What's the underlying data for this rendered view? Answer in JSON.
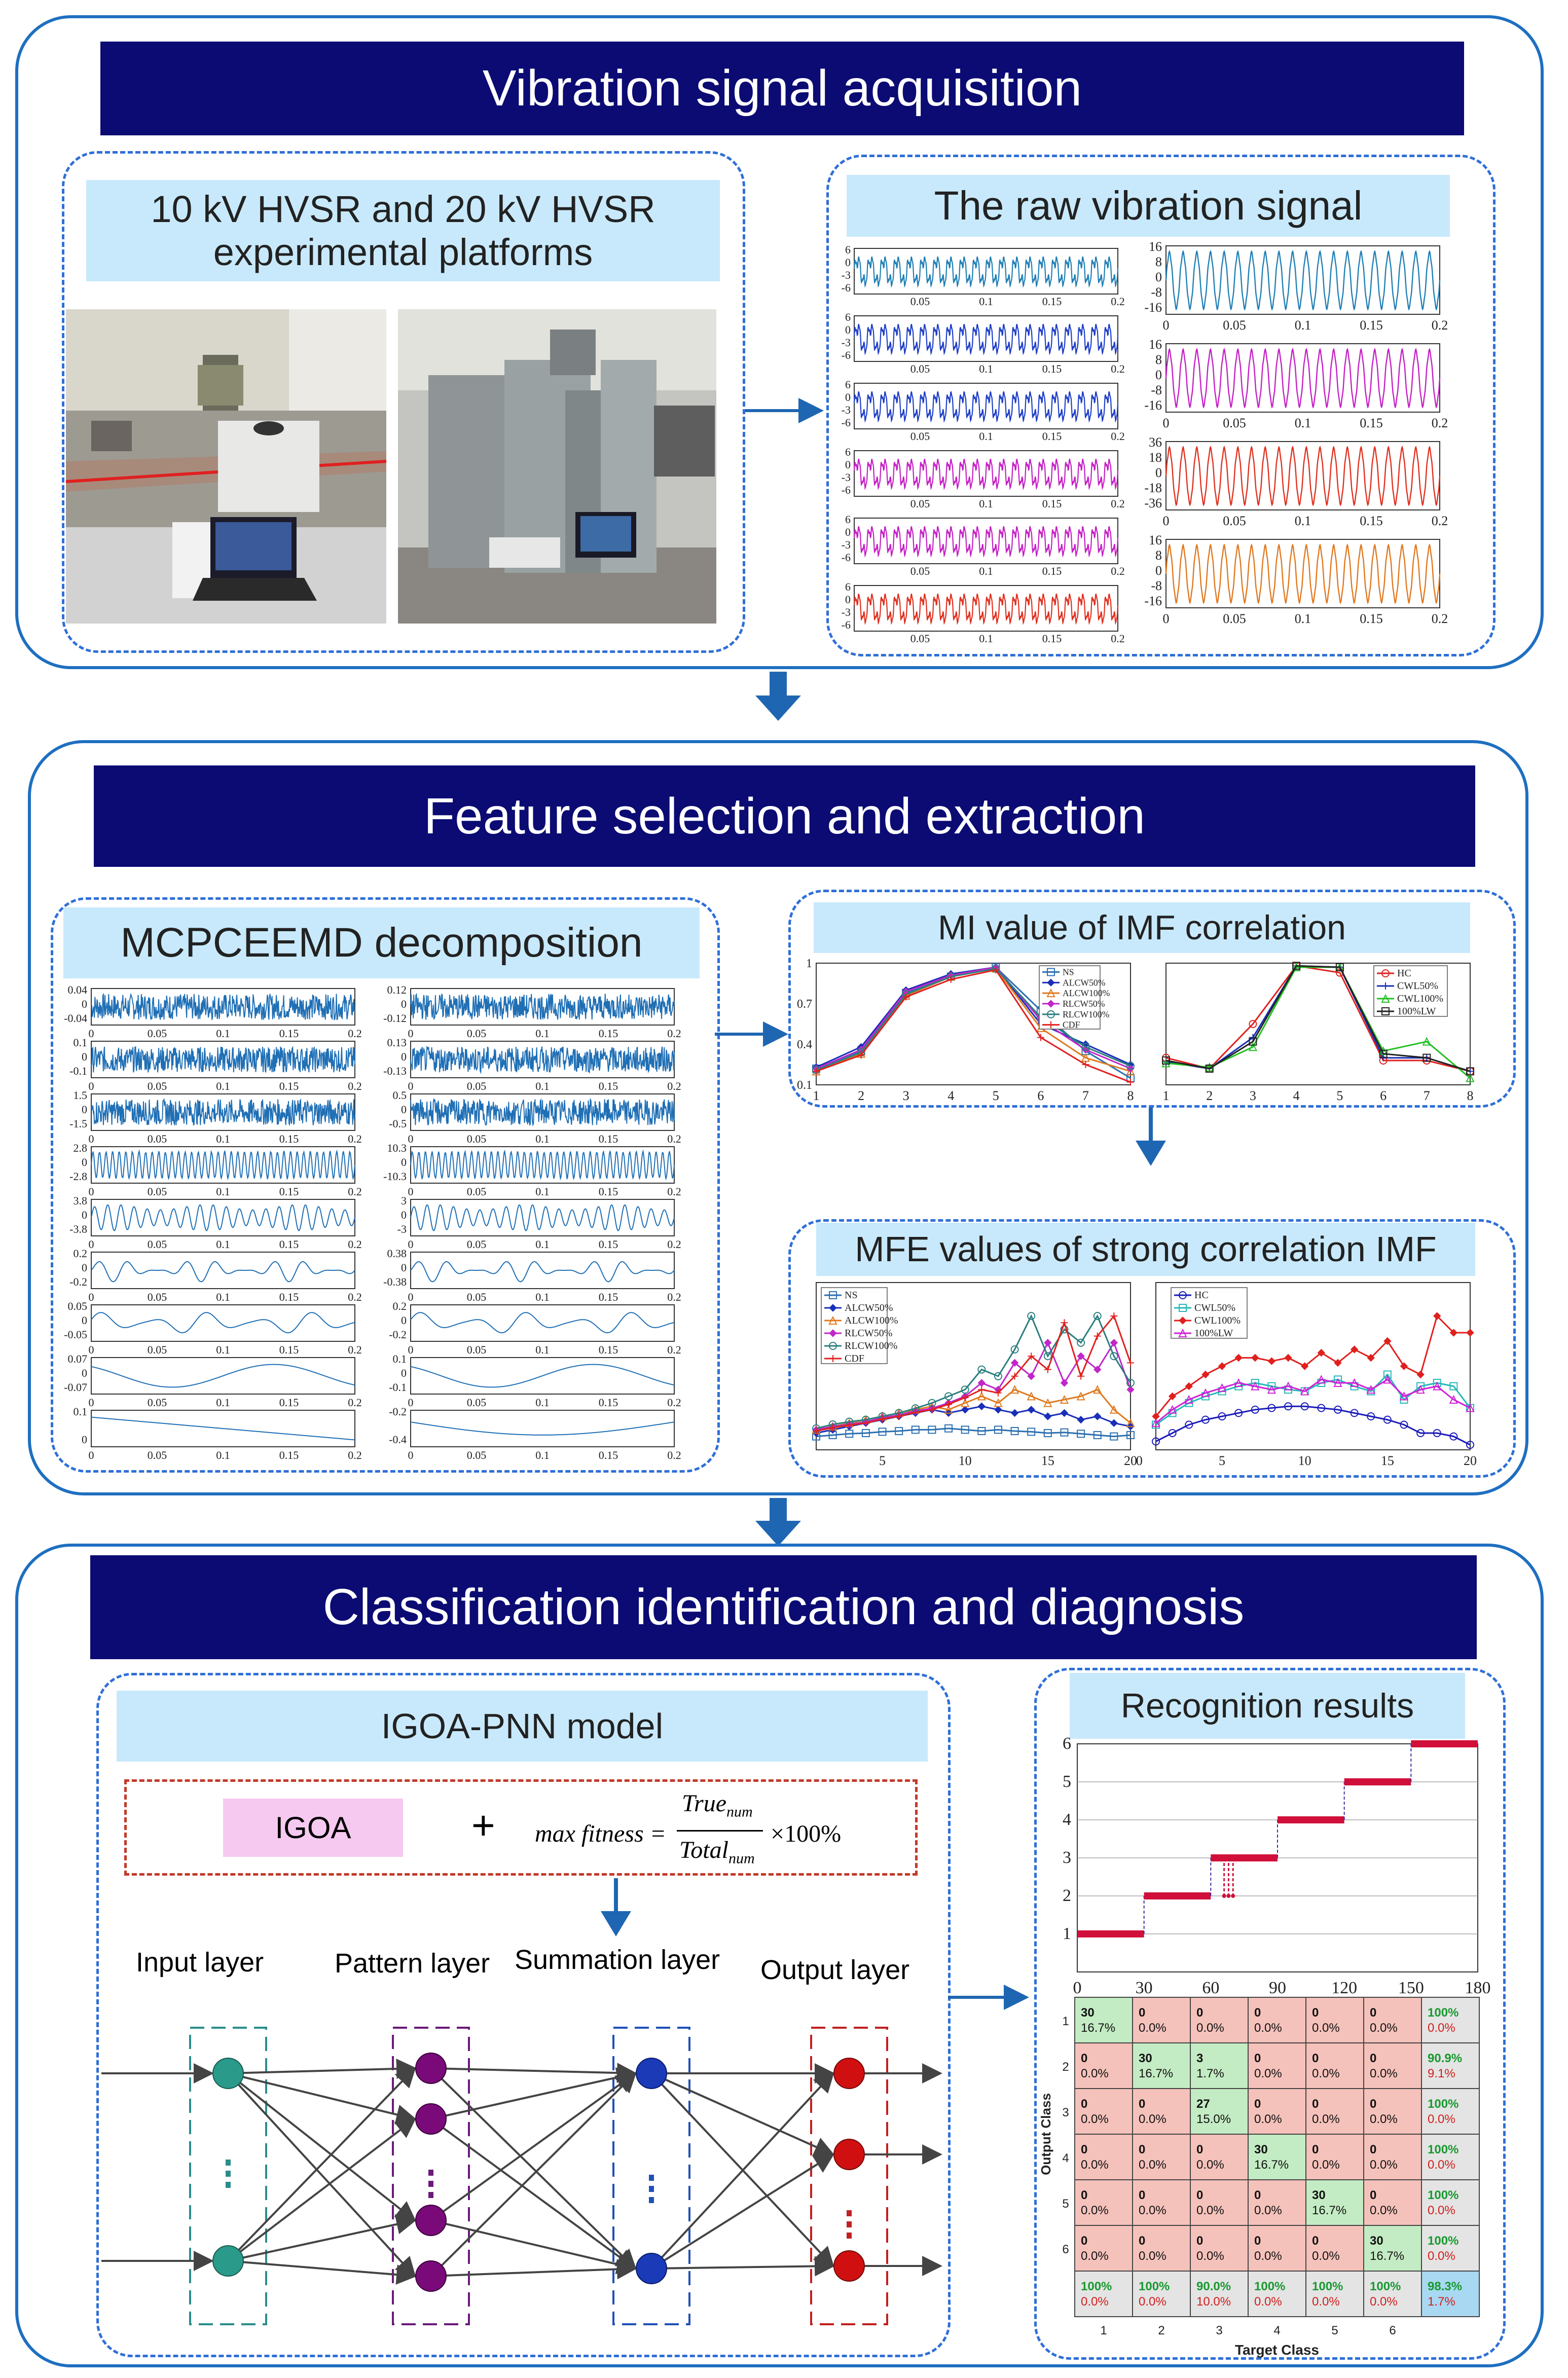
{
  "sections": [
    {
      "banner": "Vibration signal acquisition"
    },
    {
      "banner": "Feature selection and extraction"
    },
    {
      "banner": "Classification identification and diagnosis"
    }
  ],
  "acquisition": {
    "platform_title_line1": "10 kV HVSR and 20 kV HVSR",
    "platform_title_line2": "experimental platforms",
    "raw_title": "The raw vibration signal",
    "left_ticks_x": [
      "0.05",
      "0.1",
      "0.15",
      "0.2"
    ],
    "left_panels_y": [
      [
        "6",
        "0",
        "-3",
        "-6"
      ],
      [
        "6",
        "0",
        "-3",
        "-6"
      ],
      [
        "6",
        "0",
        "-3",
        "-6"
      ],
      [
        "6",
        "0",
        "-3",
        "-6"
      ],
      [
        "6",
        "0",
        "-3",
        "-6"
      ],
      [
        "6",
        "0",
        "-3",
        "-6"
      ]
    ],
    "right_panels": [
      {
        "y": [
          "16",
          "8",
          "0",
          "-8",
          "-16"
        ],
        "color": "#1f7fb5"
      },
      {
        "y": [
          "16",
          "8",
          "0",
          "-8",
          "-16"
        ],
        "color": "#c51fc5"
      },
      {
        "y": [
          "36",
          "18",
          "0",
          "-18",
          "-36"
        ],
        "color": "#e0301e"
      },
      {
        "y": [
          "16",
          "8",
          "0",
          "-8",
          "-16"
        ],
        "color": "#e0781e"
      }
    ],
    "right_ticks_x": [
      "0",
      "0.05",
      "0.1",
      "0.15",
      "0.2"
    ]
  },
  "features": {
    "decomp_title": "MCPCEEMD decomposition",
    "decomp_left_y": [
      [
        "0.04",
        "0",
        "-0.04"
      ],
      [
        "0.1",
        "0",
        "-0.1"
      ],
      [
        "1.5",
        "0",
        "-1.5"
      ],
      [
        "2.8",
        "0",
        "-2.8"
      ],
      [
        "3.8",
        "0",
        "-3.8"
      ],
      [
        "0.2",
        "0",
        "-0.2"
      ],
      [
        "0.05",
        "0",
        "-0.05"
      ],
      [
        "0.07",
        "0",
        "-0.07"
      ],
      [
        "0.1",
        "0"
      ]
    ],
    "decomp_right_y": [
      [
        "0.12",
        "0",
        "-0.12"
      ],
      [
        "0.13",
        "0",
        "-0.13"
      ],
      [
        "0.5",
        "0",
        "-0.5"
      ],
      [
        "10.3",
        "0",
        "-10.3"
      ],
      [
        "3",
        "0",
        "-3"
      ],
      [
        "0.38",
        "0",
        "-0.38"
      ],
      [
        "0.2",
        "0",
        "-0.2"
      ],
      [
        "0.1",
        "0",
        "-0.1"
      ],
      [
        "-0.2",
        "-0.4"
      ]
    ],
    "decomp_x": [
      "0",
      "0.05",
      "0.1",
      "0.15",
      "0.2"
    ],
    "mi_title": "MI value of IMF correlation",
    "mfe_title": "MFE values of strong correlation IMF"
  },
  "classification": {
    "model_title": "IGOA-PNN model",
    "igoa_label": "IGOA",
    "plus": "+",
    "formula_prefix": "max fitness =",
    "formula_num": "True",
    "formula_num_sub": "num",
    "formula_den": "Total",
    "formula_den_sub": "num",
    "formula_suffix": "×100%",
    "layers": [
      "Input layer",
      "Pattern layer",
      "Summation layer",
      "Output layer"
    ],
    "results_title": "Recognition results",
    "step_x_ticks": [
      "0",
      "30",
      "60",
      "90",
      "120",
      "150",
      "180"
    ],
    "step_y_ticks": [
      "1",
      "2",
      "3",
      "4",
      "5",
      "6"
    ],
    "cm_ylabel": "Output Class",
    "cm_xlabel": "Target Class",
    "cm_rows": [
      [
        [
          "30",
          "16.7%"
        ],
        [
          "0",
          "0.0%"
        ],
        [
          "0",
          "0.0%"
        ],
        [
          "0",
          "0.0%"
        ],
        [
          "0",
          "0.0%"
        ],
        [
          "0",
          "0.0%"
        ],
        [
          "100%",
          "0.0%"
        ]
      ],
      [
        [
          "0",
          "0.0%"
        ],
        [
          "30",
          "16.7%"
        ],
        [
          "3",
          "1.7%"
        ],
        [
          "0",
          "0.0%"
        ],
        [
          "0",
          "0.0%"
        ],
        [
          "0",
          "0.0%"
        ],
        [
          "90.9%",
          "9.1%"
        ]
      ],
      [
        [
          "0",
          "0.0%"
        ],
        [
          "0",
          "0.0%"
        ],
        [
          "27",
          "15.0%"
        ],
        [
          "0",
          "0.0%"
        ],
        [
          "0",
          "0.0%"
        ],
        [
          "0",
          "0.0%"
        ],
        [
          "100%",
          "0.0%"
        ]
      ],
      [
        [
          "0",
          "0.0%"
        ],
        [
          "0",
          "0.0%"
        ],
        [
          "0",
          "0.0%"
        ],
        [
          "30",
          "16.7%"
        ],
        [
          "0",
          "0.0%"
        ],
        [
          "0",
          "0.0%"
        ],
        [
          "100%",
          "0.0%"
        ]
      ],
      [
        [
          "0",
          "0.0%"
        ],
        [
          "0",
          "0.0%"
        ],
        [
          "0",
          "0.0%"
        ],
        [
          "0",
          "0.0%"
        ],
        [
          "30",
          "16.7%"
        ],
        [
          "0",
          "0.0%"
        ],
        [
          "100%",
          "0.0%"
        ]
      ],
      [
        [
          "0",
          "0.0%"
        ],
        [
          "0",
          "0.0%"
        ],
        [
          "0",
          "0.0%"
        ],
        [
          "0",
          "0.0%"
        ],
        [
          "0",
          "0.0%"
        ],
        [
          "30",
          "16.7%"
        ],
        [
          "100%",
          "0.0%"
        ]
      ],
      [
        [
          "100%",
          "0.0%"
        ],
        [
          "100%",
          "0.0%"
        ],
        [
          "90.0%",
          "10.0%"
        ],
        [
          "100%",
          "0.0%"
        ],
        [
          "100%",
          "0.0%"
        ],
        [
          "100%",
          "0.0%"
        ],
        [
          "98.3%",
          "1.7%"
        ]
      ]
    ],
    "cm_row_labels": [
      "1",
      "2",
      "3",
      "4",
      "5",
      "6"
    ],
    "cm_col_labels": [
      "1",
      "2",
      "3",
      "4",
      "5",
      "6"
    ]
  },
  "chart_data": [
    {
      "type": "line",
      "title": "MI value of IMF correlation",
      "x": [
        1,
        2,
        3,
        4,
        5,
        6,
        7,
        8
      ],
      "ylim": [
        0.1,
        1
      ],
      "legend": "top-right",
      "series": [
        {
          "name": "NS",
          "values": [
            0.22,
            0.35,
            0.78,
            0.9,
            0.97,
            0.65,
            0.35,
            0.15
          ]
        },
        {
          "name": "ALCW50%",
          "values": [
            0.23,
            0.38,
            0.8,
            0.92,
            0.97,
            0.55,
            0.4,
            0.25
          ]
        },
        {
          "name": "ALCW100%",
          "values": [
            0.2,
            0.33,
            0.76,
            0.9,
            0.96,
            0.52,
            0.3,
            0.2
          ]
        },
        {
          "name": "RLCW50%",
          "values": [
            0.22,
            0.36,
            0.79,
            0.91,
            0.97,
            0.58,
            0.36,
            0.22
          ]
        },
        {
          "name": "RLCW100%",
          "values": [
            0.21,
            0.34,
            0.77,
            0.9,
            0.96,
            0.6,
            0.38,
            0.24
          ]
        },
        {
          "name": "CDF",
          "values": [
            0.2,
            0.32,
            0.75,
            0.88,
            0.95,
            0.45,
            0.25,
            0.12
          ]
        }
      ]
    },
    {
      "type": "line",
      "x": [
        1,
        2,
        3,
        4,
        5,
        6,
        7,
        8
      ],
      "ylim": [
        0.1,
        1
      ],
      "legend": "top-right",
      "series": [
        {
          "name": "HC",
          "values": [
            0.3,
            0.22,
            0.55,
            0.98,
            0.93,
            0.28,
            0.28,
            0.2
          ]
        },
        {
          "name": "CWL50%",
          "values": [
            0.27,
            0.22,
            0.45,
            0.98,
            0.97,
            0.3,
            0.3,
            0.2
          ]
        },
        {
          "name": "CWL100%",
          "values": [
            0.26,
            0.23,
            0.38,
            0.97,
            0.97,
            0.35,
            0.42,
            0.15
          ]
        },
        {
          "name": "100%LW",
          "values": [
            0.28,
            0.22,
            0.42,
            0.98,
            0.97,
            0.33,
            0.3,
            0.2
          ]
        }
      ]
    },
    {
      "type": "line",
      "x": [
        1,
        2,
        3,
        4,
        5,
        6,
        7,
        8,
        9,
        10,
        11,
        12,
        13,
        14,
        15,
        16,
        17,
        18,
        19,
        20
      ],
      "ylim": [
        0,
        2.5
      ],
      "legend": "top-left",
      "series": [
        {
          "name": "NS",
          "values": [
            0.2,
            0.22,
            0.24,
            0.25,
            0.27,
            0.28,
            0.3,
            0.3,
            0.32,
            0.3,
            0.28,
            0.3,
            0.28,
            0.27,
            0.25,
            0.26,
            0.24,
            0.22,
            0.2,
            0.22
          ]
        },
        {
          "name": "ALCW50%",
          "values": [
            0.25,
            0.3,
            0.35,
            0.4,
            0.45,
            0.5,
            0.55,
            0.6,
            0.55,
            0.6,
            0.65,
            0.6,
            0.55,
            0.6,
            0.5,
            0.55,
            0.45,
            0.5,
            0.4,
            0.35
          ]
        },
        {
          "name": "ALCW100%",
          "values": [
            0.3,
            0.35,
            0.4,
            0.45,
            0.5,
            0.55,
            0.6,
            0.65,
            0.6,
            0.7,
            0.8,
            0.7,
            0.9,
            0.8,
            0.7,
            0.75,
            0.8,
            0.9,
            0.6,
            0.4
          ]
        },
        {
          "name": "RLCW50%",
          "values": [
            0.3,
            0.35,
            0.38,
            0.42,
            0.48,
            0.52,
            0.58,
            0.62,
            0.7,
            0.8,
            1.0,
            0.9,
            1.3,
            1.1,
            1.6,
            1.0,
            1.4,
            1.2,
            1.6,
            0.9
          ]
        },
        {
          "name": "RLCW100%",
          "values": [
            0.32,
            0.38,
            0.42,
            0.45,
            0.5,
            0.55,
            0.62,
            0.7,
            0.8,
            0.9,
            1.2,
            1.1,
            1.5,
            2.0,
            1.4,
            1.8,
            1.6,
            2.0,
            1.4,
            1.0
          ]
        },
        {
          "name": "CDF",
          "values": [
            0.28,
            0.33,
            0.37,
            0.4,
            0.46,
            0.5,
            0.56,
            0.6,
            0.68,
            0.78,
            0.9,
            0.85,
            1.1,
            1.4,
            1.2,
            1.9,
            1.1,
            1.7,
            2.0,
            1.3
          ]
        }
      ]
    },
    {
      "type": "line",
      "x": [
        1,
        2,
        3,
        4,
        5,
        6,
        7,
        8,
        9,
        10,
        11,
        12,
        13,
        14,
        15,
        16,
        17,
        18,
        19,
        20
      ],
      "ylim": [
        0,
        1
      ],
      "legend": "top-left",
      "series": [
        {
          "name": "HC",
          "values": [
            0.05,
            0.1,
            0.15,
            0.18,
            0.2,
            0.22,
            0.24,
            0.25,
            0.26,
            0.26,
            0.25,
            0.24,
            0.22,
            0.2,
            0.18,
            0.15,
            0.1,
            0.1,
            0.08,
            0.03
          ]
        },
        {
          "name": "CWL50%",
          "values": [
            0.15,
            0.22,
            0.28,
            0.32,
            0.35,
            0.38,
            0.4,
            0.38,
            0.36,
            0.35,
            0.4,
            0.42,
            0.38,
            0.35,
            0.45,
            0.3,
            0.38,
            0.4,
            0.38,
            0.25
          ]
        },
        {
          "name": "CWL100%",
          "values": [
            0.2,
            0.32,
            0.38,
            0.45,
            0.5,
            0.55,
            0.55,
            0.53,
            0.55,
            0.5,
            0.58,
            0.52,
            0.6,
            0.55,
            0.65,
            0.5,
            0.45,
            0.8,
            0.7,
            0.7
          ]
        },
        {
          "name": "100%LW",
          "values": [
            0.16,
            0.24,
            0.3,
            0.34,
            0.37,
            0.4,
            0.38,
            0.36,
            0.38,
            0.35,
            0.42,
            0.4,
            0.4,
            0.36,
            0.42,
            0.32,
            0.36,
            0.38,
            0.3,
            0.25
          ]
        }
      ]
    },
    {
      "type": "line",
      "title": "Recognition results",
      "x": [
        0,
        30,
        60,
        90,
        120,
        150,
        180
      ],
      "xlim": [
        0,
        180
      ],
      "ylim": [
        0,
        6
      ],
      "series": [
        {
          "name": "",
          "values": [
            1,
            2,
            3,
            4,
            5,
            6,
            6
          ]
        }
      ]
    },
    {
      "type": "heatmap",
      "xlabel": "Target Class",
      "ylabel": "Output Class",
      "values": [
        [
          30,
          0,
          0,
          0,
          0,
          0
        ],
        [
          0,
          30,
          3,
          0,
          0,
          0
        ],
        [
          0,
          0,
          27,
          0,
          0,
          0
        ],
        [
          0,
          0,
          0,
          30,
          0,
          0
        ],
        [
          0,
          0,
          0,
          0,
          30,
          0
        ],
        [
          0,
          0,
          0,
          0,
          0,
          30
        ]
      ]
    }
  ]
}
